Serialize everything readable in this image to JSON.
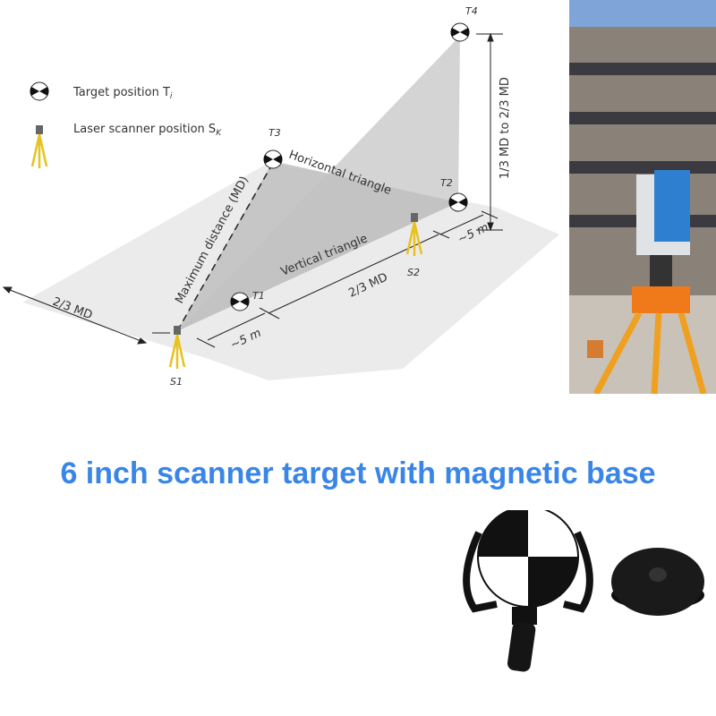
{
  "diagram": {
    "legend": {
      "target": "Target position T",
      "target_sub": "i",
      "scanner": "Laser scanner position S",
      "scanner_sub": "K"
    },
    "targets": [
      "T1",
      "T2",
      "T3",
      "T4"
    ],
    "scanners": [
      "S1",
      "S2"
    ],
    "labels": {
      "horizontal_triangle": "Horizontal triangle",
      "vertical_triangle": "Vertical triangle",
      "max_distance": "Maximum distance (MD)",
      "height_range": "1/3 MD  to  2/3 MD",
      "left_dim": "2/3 MD",
      "mid_dim": "2/3 MD",
      "offset_1": "~5 m",
      "offset_2": "~5 m"
    }
  },
  "title": "6 inch scanner target with magnetic base",
  "colors": {
    "title": "#3a86e6",
    "tripod": "#e8c21e",
    "scanner_body": "#2f7fd0",
    "tripod_photo": "#f07a1a"
  }
}
